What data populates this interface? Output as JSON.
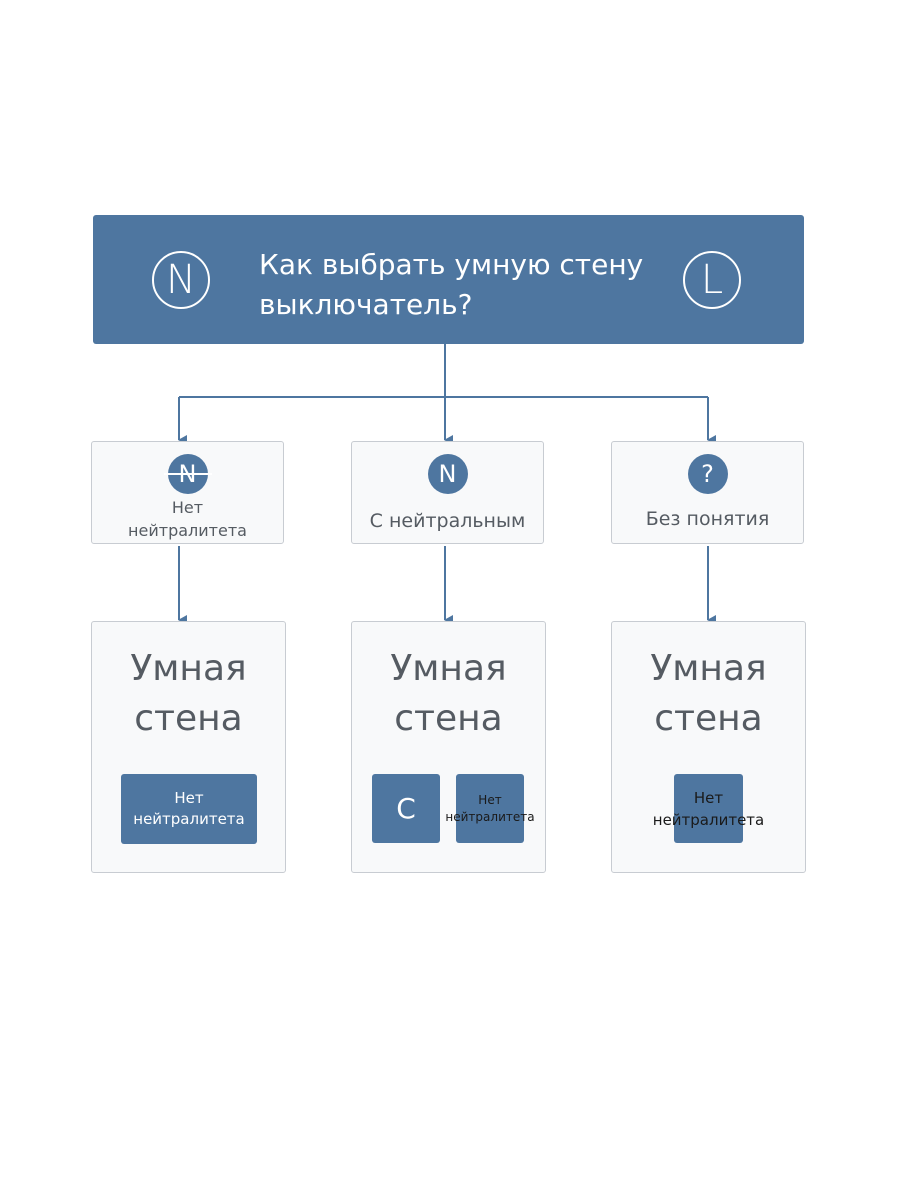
{
  "header": {
    "left_badge": "N",
    "right_badge": "L",
    "title_line1": "Как выбрать умную стену",
    "title_line2": "выключатель?"
  },
  "options": [
    {
      "icon": "N",
      "icon_name": "no-neutral-icon",
      "label_line1": "Нет",
      "label_line2": "нейтралитета"
    },
    {
      "icon": "N",
      "icon_name": "neutral-icon",
      "label": "С нейтральным"
    },
    {
      "icon": "?",
      "icon_name": "question-icon",
      "label": "Без понятия"
    }
  ],
  "results": [
    {
      "title_line1": "Умная",
      "title_line2": "стена",
      "tags": [
        {
          "line1": "Нет",
          "line2": "нейтралитета"
        }
      ]
    },
    {
      "title_line1": "Умная",
      "title_line2": "стена",
      "tags": [
        {
          "text": "С"
        },
        {
          "line1": "Нет",
          "line2": "нейтралитета"
        }
      ]
    },
    {
      "title_line1": "Умная",
      "title_line2": "стена",
      "tags": [
        {
          "line1": "Нет",
          "line2": "нейтралитета"
        }
      ]
    }
  ],
  "colors": {
    "accent": "#4e76a0",
    "box_fill": "#f8f9fa",
    "box_border": "#c8ccd2",
    "text": "#555b62"
  }
}
